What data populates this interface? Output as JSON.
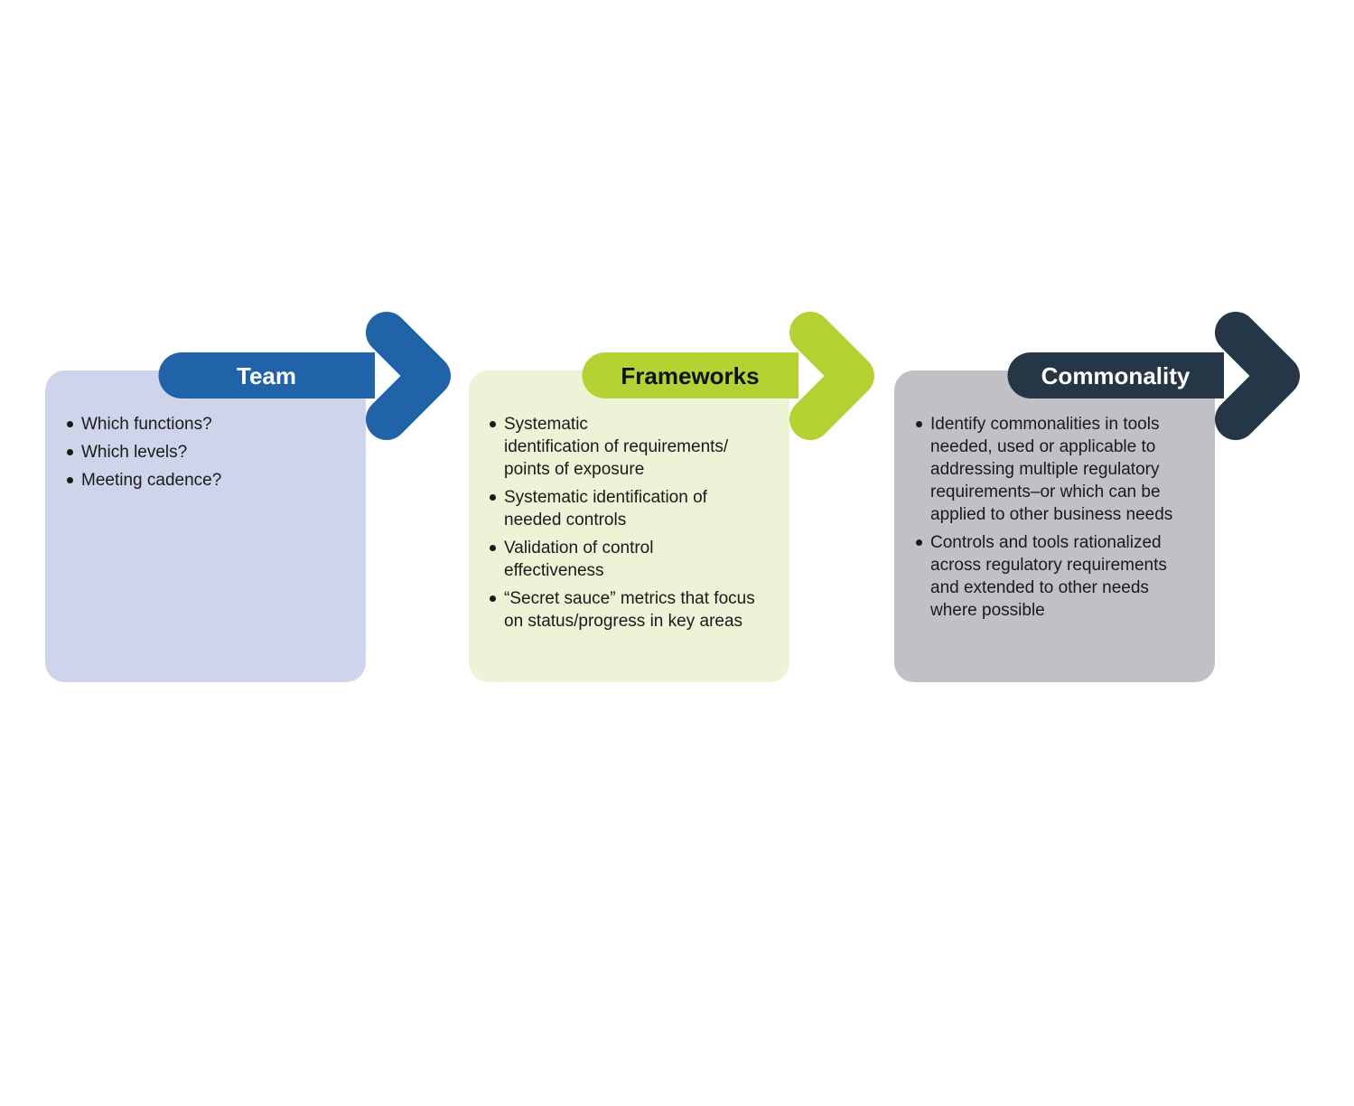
{
  "colors": {
    "team_arrow": "#2063a8",
    "team_card": "#ced4e9",
    "frameworks_arrow": "#b3d234",
    "frameworks_card": "#ecf3d7",
    "commonality_arrow": "#253646",
    "commonality_card": "#c0c1c5",
    "title_light": "#ffffff",
    "title_dark": "#111111"
  },
  "steps": [
    {
      "title": "Team",
      "items": [
        "Which functions?",
        "Which levels?",
        "Meeting cadence?"
      ]
    },
    {
      "title": "Frameworks",
      "items": [
        "Systematic\nidentification of requirements/\npoints of exposure",
        "Systematic identification of\nneeded controls",
        "Validation of control\neffectiveness",
        "“Secret sauce” metrics that focus\non status/progress in key areas"
      ]
    },
    {
      "title": "Commonality",
      "items": [
        "Identify commonalities in tools\nneeded, used or applicable to\naddressing multiple regulatory\nrequirements–or which can be\napplied to other business needs",
        "Controls and tools rationalized\nacross regulatory requirements\nand extended to other needs\nwhere possible"
      ]
    }
  ]
}
